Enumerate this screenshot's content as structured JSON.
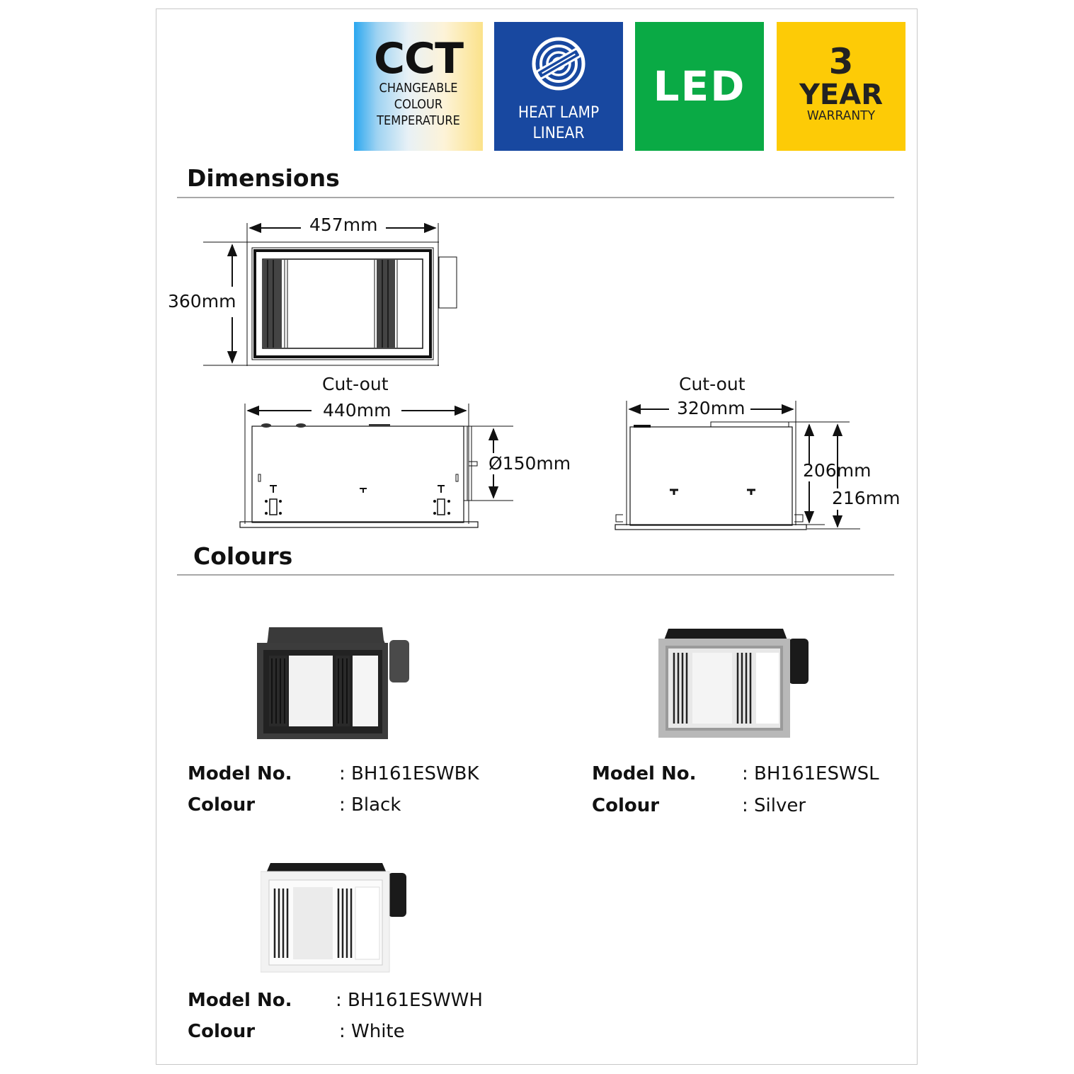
{
  "badges": {
    "cct": {
      "title": "CCT",
      "line1": "CHANGEABLE",
      "line2": "COLOUR",
      "line3": "TEMPERATURE"
    },
    "heat_lamp": {
      "icon": "heat-lamp-icon",
      "line1": "HEAT LAMP",
      "line2": "LINEAR",
      "color": "#1848a0"
    },
    "led": {
      "title": "LED",
      "color": "#0aaa45"
    },
    "warranty": {
      "number": "3",
      "line1": "YEAR",
      "line2": "WARRANTY",
      "color": "#fdcb06"
    }
  },
  "dimensions": {
    "heading": "Dimensions",
    "front_view": {
      "width": "457mm",
      "height": "360mm"
    },
    "side_view": {
      "cutout_label": "Cut-out",
      "cutout_width": "440mm",
      "duct_diameter": "Ø150mm"
    },
    "end_view": {
      "cutout_label": "Cut-out",
      "cutout_width": "320mm",
      "height_inner": "206mm",
      "height_outer": "216mm"
    }
  },
  "colours": {
    "heading": "Colours",
    "model_label": "Model No.",
    "colour_label": "Colour",
    "items": [
      {
        "model": ": BH161ESWBK",
        "colour": ": Black"
      },
      {
        "model": ": BH161ESWSL",
        "colour": ": Silver"
      },
      {
        "model": ": BH161ESWWH",
        "colour": ": White"
      }
    ]
  }
}
